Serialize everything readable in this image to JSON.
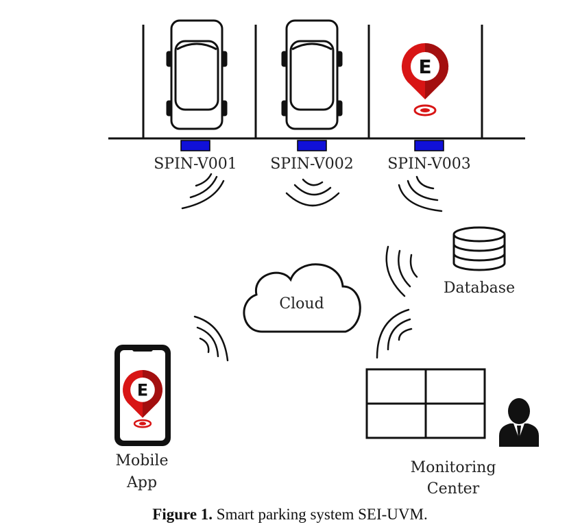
{
  "sensors": [
    "SPIN-V001",
    "SPIN-V002",
    "SPIN-V003"
  ],
  "cloud_label": "Cloud",
  "database_label": "Database",
  "mobile_label": [
    "Mobile",
    "App"
  ],
  "monitoring_label": [
    "Monitoring",
    "Center"
  ],
  "pin_letter": "E",
  "caption": {
    "prefix": "Figure 1.",
    "text": " Smart parking system SEI-UVM."
  },
  "colors": {
    "sensor": "#1010d8",
    "pin": "#d81515",
    "pin_dark": "#a30f0f",
    "stroke": "#111111"
  },
  "icons": [
    "car-icon",
    "location-pin-icon",
    "wifi-signal-icon",
    "cloud-icon",
    "database-icon",
    "smartphone-icon",
    "monitor-wall-icon",
    "person-icon"
  ]
}
